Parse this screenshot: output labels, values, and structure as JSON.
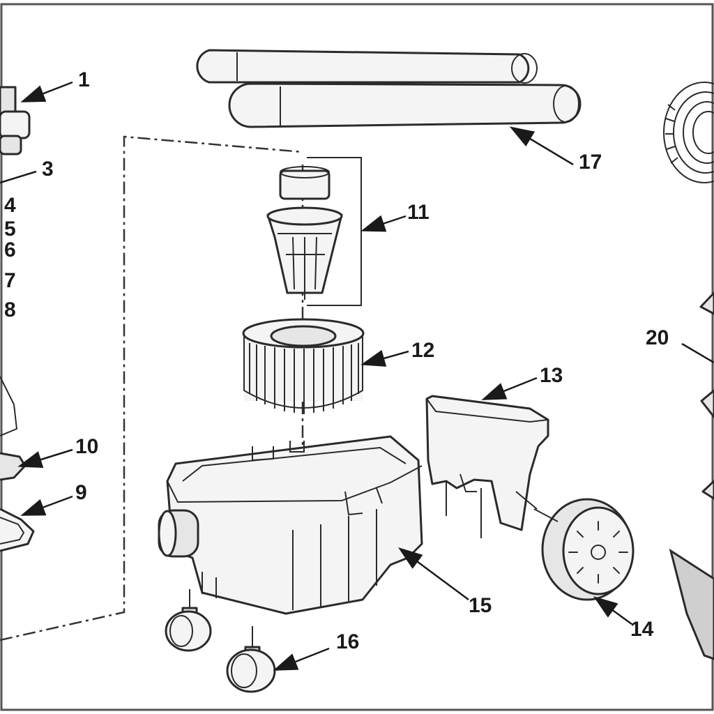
{
  "diagram": {
    "callouts": [
      {
        "id": "1",
        "text": "1"
      },
      {
        "id": "3",
        "text": "3"
      },
      {
        "id": "4",
        "text": "4"
      },
      {
        "id": "5",
        "text": "5"
      },
      {
        "id": "6",
        "text": "6"
      },
      {
        "id": "7",
        "text": "7"
      },
      {
        "id": "8",
        "text": "8"
      },
      {
        "id": "9",
        "text": "9"
      },
      {
        "id": "10",
        "text": "10"
      },
      {
        "id": "11",
        "text": "11"
      },
      {
        "id": "12",
        "text": "12"
      },
      {
        "id": "13",
        "text": "13"
      },
      {
        "id": "14",
        "text": "14"
      },
      {
        "id": "15",
        "text": "15"
      },
      {
        "id": "16",
        "text": "16"
      },
      {
        "id": "17",
        "text": "17"
      },
      {
        "id": "20",
        "text": "20"
      }
    ]
  }
}
